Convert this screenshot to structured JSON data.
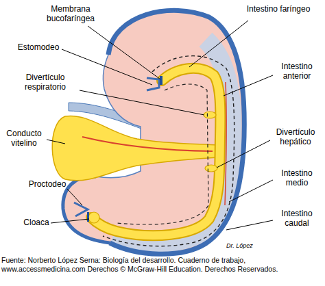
{
  "diagram": {
    "caption": "Fuente: Norberto López Serna: Biología del desarrollo. Cuaderno de trabajo, www.accessmedicina.com Derechos © McGraw-Hill Education. Derechos Reservados.",
    "labels": [
      "Membrana bucofaríngea",
      "Estomodeo",
      "Divertículo respiratorio",
      "Conducto vitelino",
      "Proctodeo",
      "Cloaca",
      "Intestino faríngeo",
      "Intestino anterior",
      "Divertículo hepático",
      "Intestino medio",
      "Intestino caudal",
      "Dr. López"
    ]
  }
}
